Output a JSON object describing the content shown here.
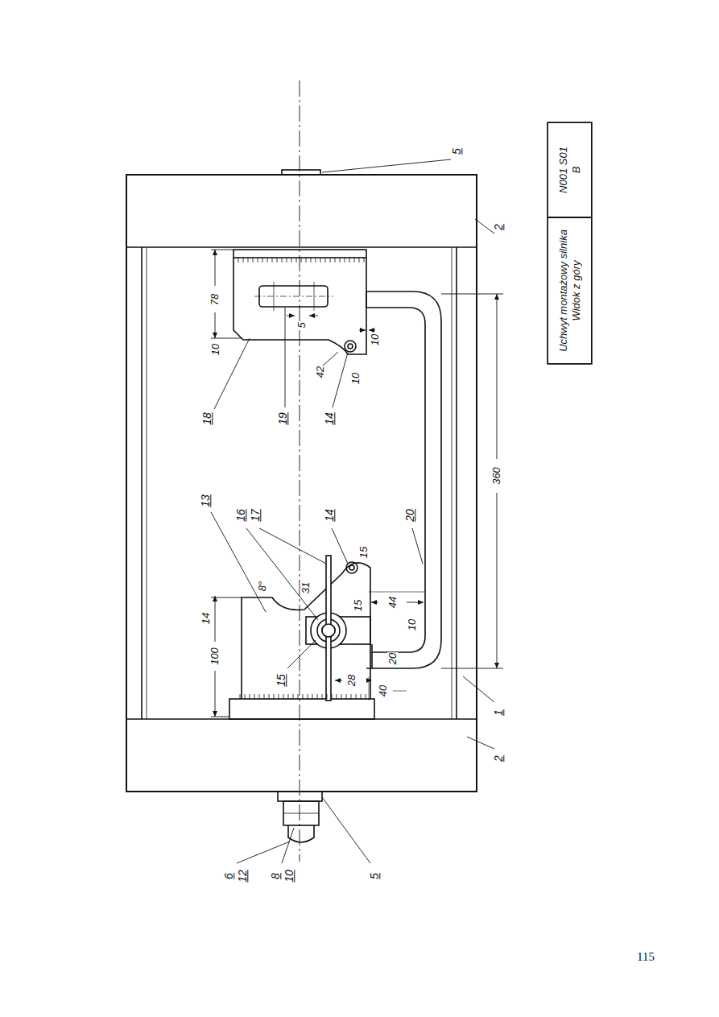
{
  "diagram": {
    "nodes": [
      {
        "text": [
          "Uchwyt montażowy silnika Widok z góry"
        ]
      },
      {
        "text": [
          "N001 S01 B"
        ]
      }
    ],
    "labels": [
      "5",
      "2",
      "18",
      "19",
      "14",
      "78",
      "5",
      "10",
      "42",
      "10",
      "10",
      "360",
      "13",
      "16",
      "17",
      "14",
      "20",
      "100",
      "14",
      "8°",
      "31",
      "15",
      "15",
      "44",
      "10",
      "15",
      "20",
      "28",
      "40",
      "1",
      "2",
      "6",
      "12",
      "8",
      "10",
      "5",
      "115"
    ]
  }
}
